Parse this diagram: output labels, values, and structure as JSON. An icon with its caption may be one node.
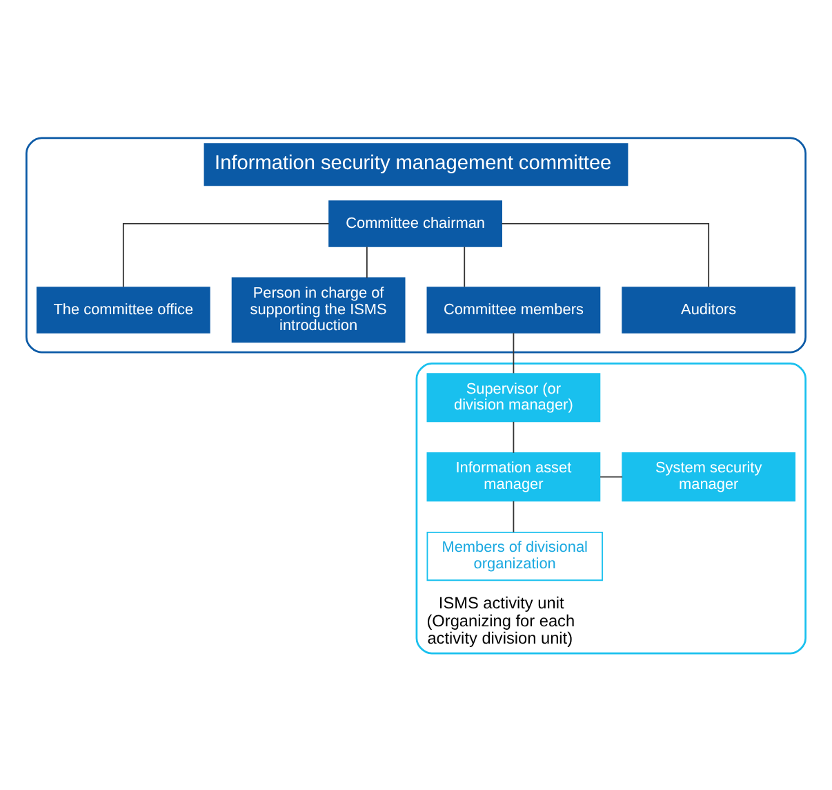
{
  "diagram": {
    "nodes": [
      {
        "text": [
          "Information security management committee"
        ]
      },
      {
        "text": [
          "Committee chairman"
        ],
        "in": 0
      },
      {
        "text": [
          "The committee office"
        ],
        "in": 0
      },
      {
        "text": [
          "Person in charge of supporting the ISMS introduction"
        ],
        "in": 0
      },
      {
        "text": [
          "Committee members"
        ],
        "in": 0
      },
      {
        "text": [
          "Auditors"
        ],
        "in": 0
      },
      {
        "text": [
          "ISMS activity unit (Organizing for each activity division unit)"
        ]
      },
      {
        "text": [
          "Supervisor (or division manager)"
        ],
        "in": 6
      },
      {
        "text": [
          "Information asset manager"
        ],
        "in": 6
      },
      {
        "text": [
          "System security manager"
        ],
        "in": 6
      },
      {
        "text": [
          "Members of divisional organization"
        ],
        "in": 6
      }
    ],
    "edges": [
      {
        "from": 1,
        "to": 2,
        "arrow": "none"
      },
      {
        "from": 1,
        "to": 3,
        "arrow": "none"
      },
      {
        "from": 1,
        "to": 4,
        "arrow": "none"
      },
      {
        "from": 1,
        "to": 5,
        "arrow": "none"
      },
      {
        "from": 4,
        "to": 7,
        "arrow": "none"
      },
      {
        "from": 7,
        "to": 8,
        "arrow": "none"
      },
      {
        "from": 8,
        "to": 9,
        "arrow": "none"
      },
      {
        "from": 8,
        "to": 10,
        "arrow": "none"
      }
    ]
  }
}
